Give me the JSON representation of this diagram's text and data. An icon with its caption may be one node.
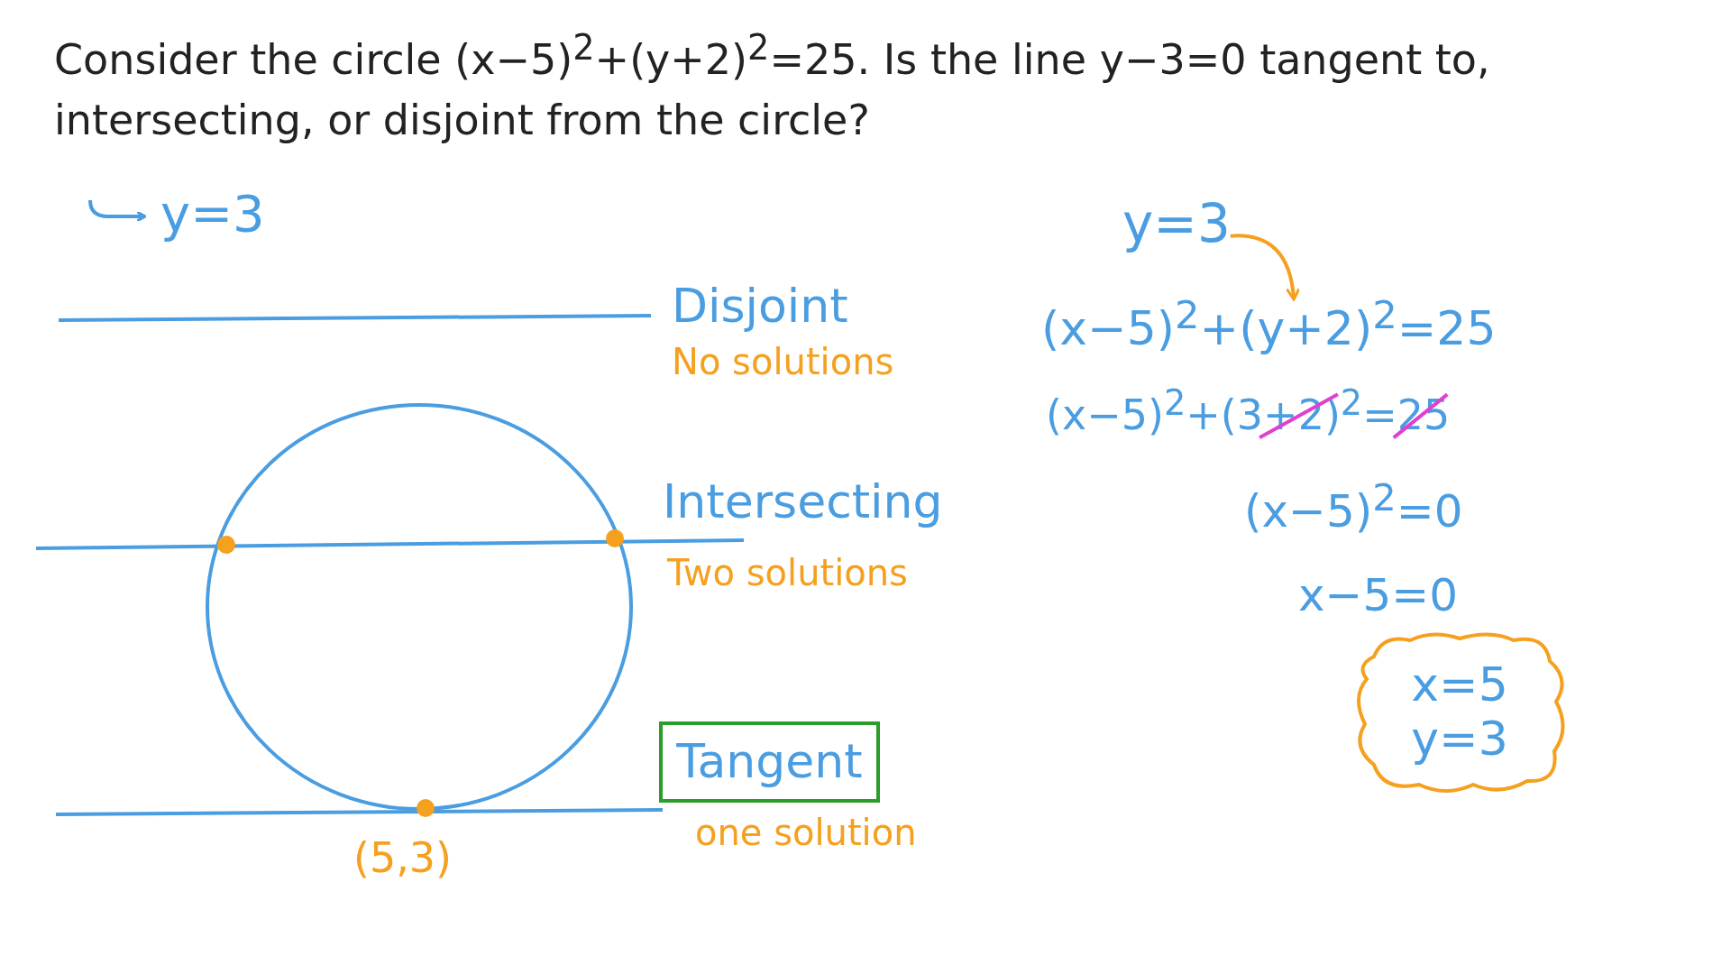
{
  "diagram": {
    "title": "Consider the circle (x−5)$^{2}$+(y+2)$^{2}$=25. Is the line y−3=0 tangent to, intersecting, or disjoint from the circle?",
    "nodes": [
      {
        "text": [
          "Tangent"
        ],
        "beside": [
          "one solution"
        ]
      },
      {
        "text": [
          "x=5",
          "y=3"
        ]
      },
      {
        "text": [
          "y=3"
        ]
      },
      {
        "text": [
          "(x−5)$^{2}$+(y+2)$^{2}$=25"
        ]
      }
    ],
    "edges": [
      {
        "from": 2,
        "to": 3,
        "arrow": "to",
        "color": "#f5a01e"
      }
    ],
    "labels": [
      "y=3",
      "Disjoint",
      "No solutions",
      "Intersecting",
      "Two solutions",
      "(5,3)",
      "(x−5)$^{2}$+(3+2)$^{2}$=25",
      "(x−5)$^{2}$=0",
      "x−5=0"
    ]
  }
}
